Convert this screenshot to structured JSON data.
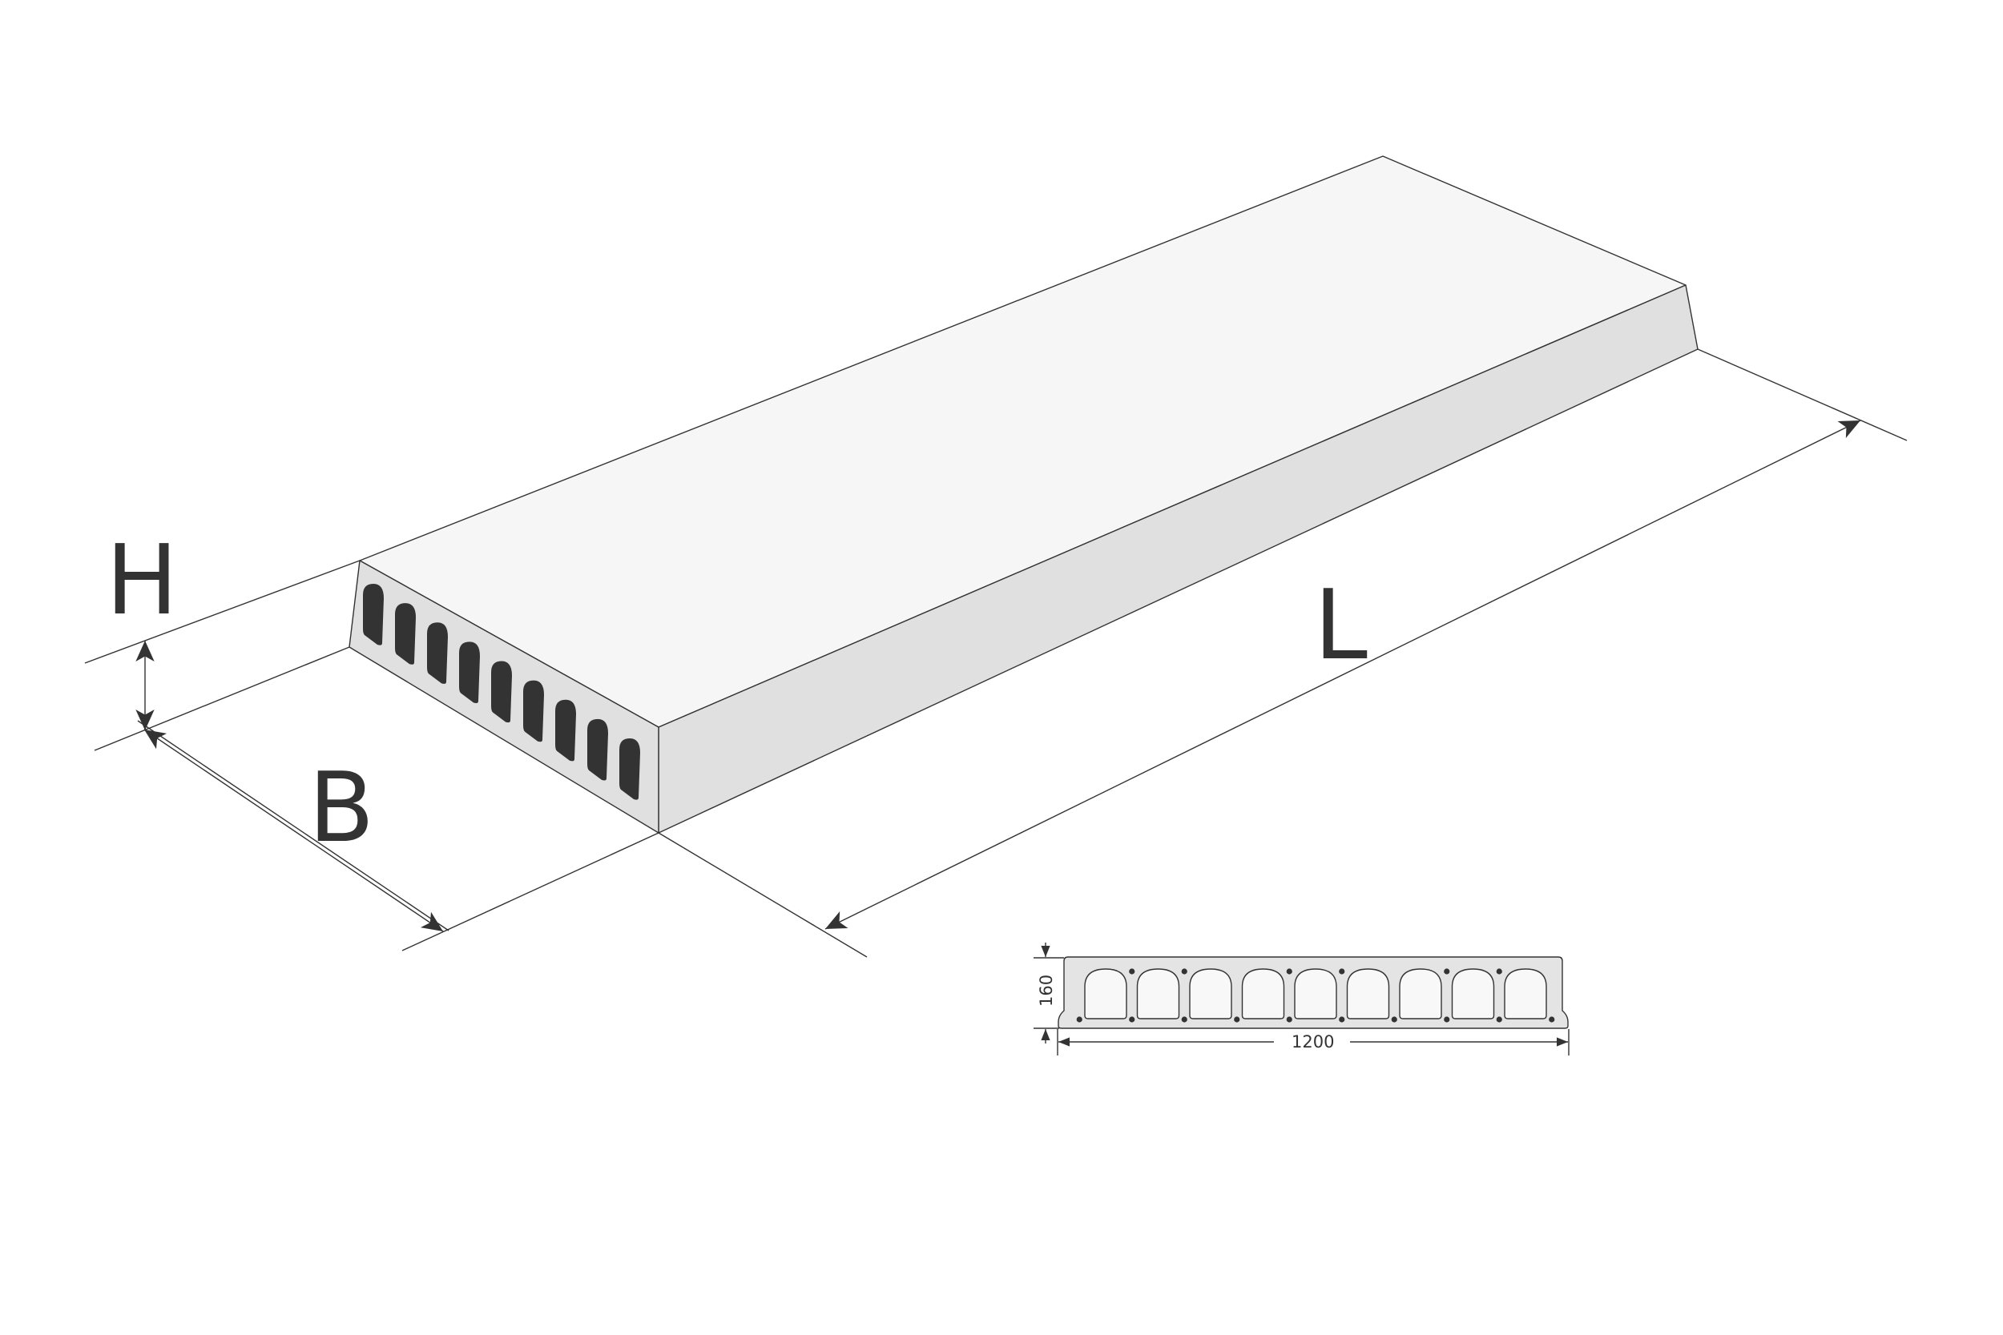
{
  "labels": {
    "height": "H",
    "width": "B",
    "length": "L",
    "section_height": "160",
    "section_width": "1200"
  },
  "colors": {
    "top_face": "#f6f6f6",
    "side_face": "#e0e0e0",
    "end_face": "#e0e0e0",
    "voids": "#333333",
    "lines": "#333333",
    "section_fill": "#e4e4e4",
    "section_void": "#f8f8f8"
  }
}
